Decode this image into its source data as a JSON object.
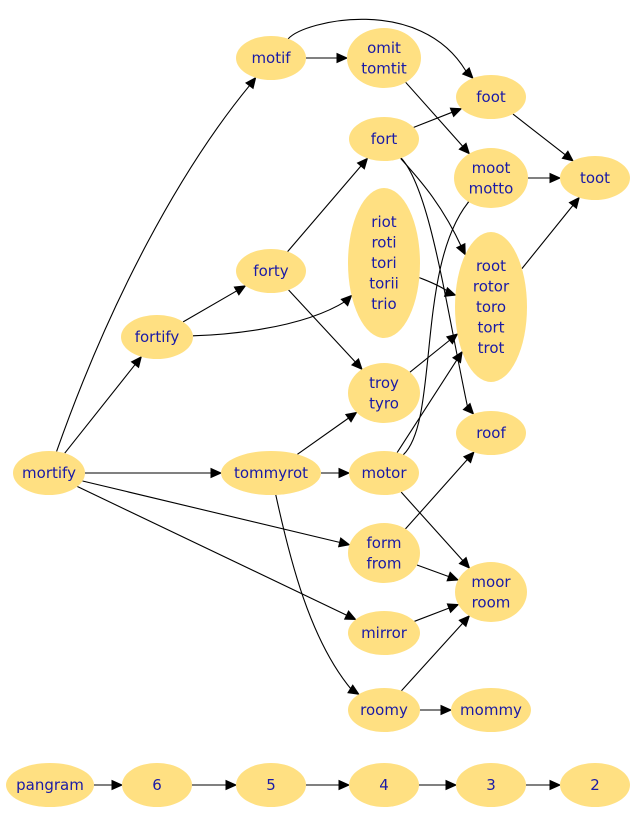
{
  "nodes": [
    {
      "id": "mortify",
      "lines": [
        "mortify"
      ]
    },
    {
      "id": "motif",
      "lines": [
        "motif"
      ]
    },
    {
      "id": "omit",
      "lines": [
        "omit",
        "tomtit"
      ]
    },
    {
      "id": "foot",
      "lines": [
        "foot"
      ]
    },
    {
      "id": "toot",
      "lines": [
        "toot"
      ]
    },
    {
      "id": "fort",
      "lines": [
        "fort"
      ]
    },
    {
      "id": "moot",
      "lines": [
        "moot",
        "motto"
      ]
    },
    {
      "id": "forty",
      "lines": [
        "forty"
      ]
    },
    {
      "id": "riot",
      "lines": [
        "riot",
        "roti",
        "tori",
        "torii",
        "trio"
      ]
    },
    {
      "id": "root",
      "lines": [
        "root",
        "rotor",
        "toro",
        "tort",
        "trot"
      ]
    },
    {
      "id": "fortify",
      "lines": [
        "fortify"
      ]
    },
    {
      "id": "troy",
      "lines": [
        "troy",
        "tyro"
      ]
    },
    {
      "id": "roof",
      "lines": [
        "roof"
      ]
    },
    {
      "id": "tommyrot",
      "lines": [
        "tommyrot"
      ]
    },
    {
      "id": "motor",
      "lines": [
        "motor"
      ]
    },
    {
      "id": "form",
      "lines": [
        "form",
        "from"
      ]
    },
    {
      "id": "moor",
      "lines": [
        "moor",
        "room"
      ]
    },
    {
      "id": "mirror",
      "lines": [
        "mirror"
      ]
    },
    {
      "id": "roomy",
      "lines": [
        "roomy"
      ]
    },
    {
      "id": "mommy",
      "lines": [
        "mommy"
      ]
    },
    {
      "id": "pangram",
      "lines": [
        "pangram"
      ]
    },
    {
      "id": "n6",
      "lines": [
        "6"
      ]
    },
    {
      "id": "n5",
      "lines": [
        "5"
      ]
    },
    {
      "id": "n4",
      "lines": [
        "4"
      ]
    },
    {
      "id": "n3",
      "lines": [
        "3"
      ]
    },
    {
      "id": "n2",
      "lines": [
        "2"
      ]
    }
  ],
  "edges": [
    {
      "from": "mortify",
      "to": "motif"
    },
    {
      "from": "mortify",
      "to": "fortify"
    },
    {
      "from": "mortify",
      "to": "tommyrot"
    },
    {
      "from": "mortify",
      "to": "form"
    },
    {
      "from": "mortify",
      "to": "mirror"
    },
    {
      "from": "motif",
      "to": "omit"
    },
    {
      "from": "motif",
      "to": "foot"
    },
    {
      "from": "omit",
      "to": "moot"
    },
    {
      "from": "foot",
      "to": "toot"
    },
    {
      "from": "fort",
      "to": "foot"
    },
    {
      "from": "fort",
      "to": "root"
    },
    {
      "from": "fort",
      "to": "roof"
    },
    {
      "from": "moot",
      "to": "toot"
    },
    {
      "from": "root",
      "to": "toot"
    },
    {
      "from": "fortify",
      "to": "forty"
    },
    {
      "from": "fortify",
      "to": "riot"
    },
    {
      "from": "forty",
      "to": "fort"
    },
    {
      "from": "forty",
      "to": "troy"
    },
    {
      "from": "riot",
      "to": "root"
    },
    {
      "from": "troy",
      "to": "root"
    },
    {
      "from": "tommyrot",
      "to": "troy"
    },
    {
      "from": "tommyrot",
      "to": "motor"
    },
    {
      "from": "tommyrot",
      "to": "roomy"
    },
    {
      "from": "motor",
      "to": "moot"
    },
    {
      "from": "motor",
      "to": "root"
    },
    {
      "from": "motor",
      "to": "moor"
    },
    {
      "from": "form",
      "to": "roof"
    },
    {
      "from": "form",
      "to": "moor"
    },
    {
      "from": "mirror",
      "to": "moor"
    },
    {
      "from": "roomy",
      "to": "moor"
    },
    {
      "from": "roomy",
      "to": "mommy"
    },
    {
      "from": "pangram",
      "to": "n6"
    },
    {
      "from": "n6",
      "to": "n5"
    },
    {
      "from": "n5",
      "to": "n4"
    },
    {
      "from": "n4",
      "to": "n3"
    },
    {
      "from": "n3",
      "to": "n2"
    }
  ]
}
